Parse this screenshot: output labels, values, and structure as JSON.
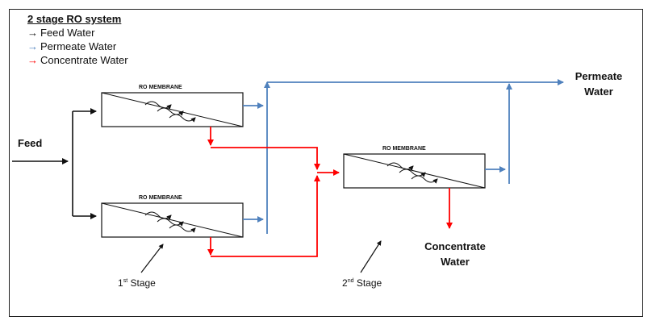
{
  "legend": {
    "title": "2 stage RO system",
    "items": [
      {
        "label": "Feed Water",
        "color": "#111111"
      },
      {
        "label": "Permeate Water",
        "color": "#4f81bd"
      },
      {
        "label": "Concentrate Water",
        "color": "#ff0000"
      }
    ]
  },
  "labels": {
    "feed": "Feed",
    "permeate_line1": "Permeate",
    "permeate_line2": "Water",
    "concentrate_line1": "Concentrate",
    "concentrate_line2": "Water"
  },
  "membranes": [
    {
      "title": "RO MEMBRANE"
    },
    {
      "title": "RO MEMBRANE"
    },
    {
      "title": "RO MEMBRANE"
    }
  ],
  "stages": {
    "first_num": "1",
    "first_sup": "st",
    "first_text": " Stage",
    "second_num": "2",
    "second_sup": "nd",
    "second_text": " Stage"
  },
  "colors": {
    "feed": "#111111",
    "permeate": "#4f81bd",
    "concentrate": "#ff0000"
  }
}
